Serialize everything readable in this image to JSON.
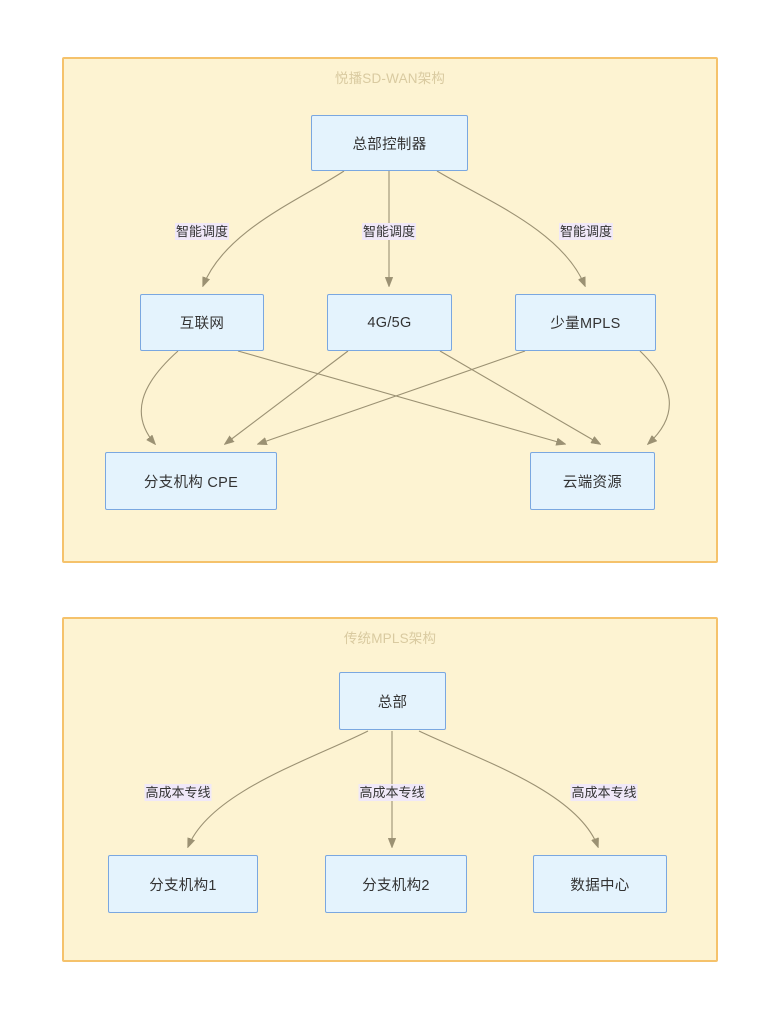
{
  "diagrams": [
    {
      "id": "sdwan",
      "title": "悦播SD-WAN架构",
      "frame_color": "#f5c26b",
      "frame_fill": "#fdf3d2",
      "node_fill": "#e4f3fd",
      "node_border": "#7aa7e0",
      "nodes": [
        {
          "id": "hq-controller",
          "label": "总部控制器"
        },
        {
          "id": "internet",
          "label": "互联网"
        },
        {
          "id": "cellular",
          "label": "4G/5G"
        },
        {
          "id": "mpls-small",
          "label": "少量MPLS"
        },
        {
          "id": "branch-cpe",
          "label": "分支机构 CPE"
        },
        {
          "id": "cloud-resource",
          "label": "云端资源"
        }
      ],
      "edge_labels": [
        {
          "id": "sched-1",
          "label": "智能调度"
        },
        {
          "id": "sched-2",
          "label": "智能调度"
        },
        {
          "id": "sched-3",
          "label": "智能调度"
        }
      ]
    },
    {
      "id": "mpls",
      "title": "传统MPLS架构",
      "frame_color": "#f5c26b",
      "frame_fill": "#fdf3d2",
      "node_fill": "#e4f3fd",
      "node_border": "#7aa7e0",
      "nodes": [
        {
          "id": "hq",
          "label": "总部"
        },
        {
          "id": "branch-1",
          "label": "分支机构1"
        },
        {
          "id": "branch-2",
          "label": "分支机构2"
        },
        {
          "id": "data-center",
          "label": "数据中心"
        }
      ],
      "edge_labels": [
        {
          "id": "line-1",
          "label": "高成本专线"
        },
        {
          "id": "line-2",
          "label": "高成本专线"
        },
        {
          "id": "line-3",
          "label": "高成本专线"
        }
      ]
    }
  ]
}
